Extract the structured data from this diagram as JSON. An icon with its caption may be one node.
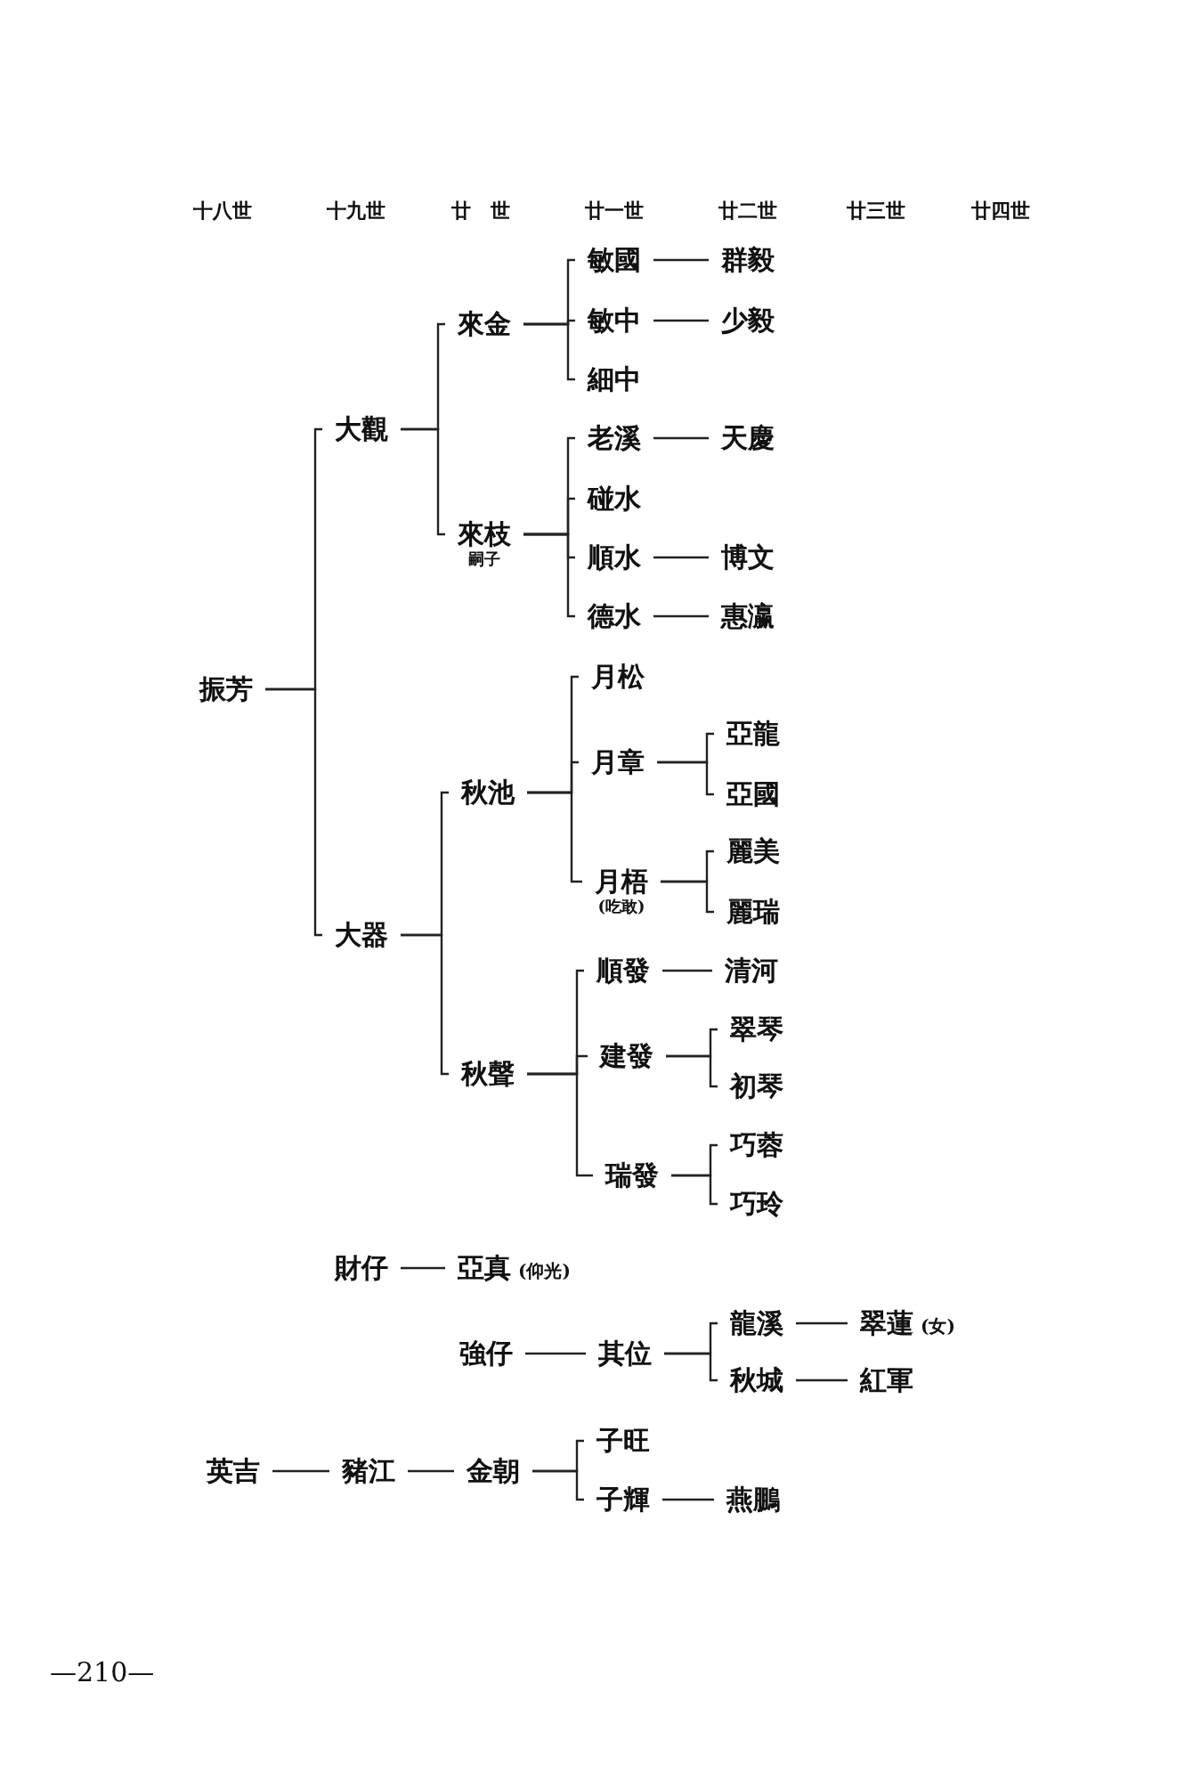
{
  "diagram": {
    "nodes": [
      {
        "text": [
          "振芳"
        ]
      },
      {
        "text": [
          "大觀"
        ]
      },
      {
        "text": [
          "大器"
        ]
      },
      {
        "text": [
          "來金"
        ]
      },
      {
        "text": [
          "來枝"
        ],
        "beside": [
          "嗣子"
        ]
      },
      {
        "text": [
          "敏國"
        ]
      },
      {
        "text": [
          "敏中"
        ]
      },
      {
        "text": [
          "細中"
        ]
      },
      {
        "text": [
          "老溪"
        ]
      },
      {
        "text": [
          "碰水"
        ]
      },
      {
        "text": [
          "順水"
        ]
      },
      {
        "text": [
          "德水"
        ]
      },
      {
        "text": [
          "群毅"
        ]
      },
      {
        "text": [
          "少毅"
        ]
      },
      {
        "text": [
          "天慶"
        ]
      },
      {
        "text": [
          "博文"
        ]
      },
      {
        "text": [
          "惠瀛"
        ]
      },
      {
        "text": [
          "秋池"
        ]
      },
      {
        "text": [
          "秋聲"
        ]
      },
      {
        "text": [
          "月松"
        ]
      },
      {
        "text": [
          "月章"
        ]
      },
      {
        "text": [
          "月梧"
        ],
        "beside": [
          "(吃敢)"
        ]
      },
      {
        "text": [
          "亞龍"
        ]
      },
      {
        "text": [
          "亞國"
        ]
      },
      {
        "text": [
          "麗美"
        ]
      },
      {
        "text": [
          "麗瑞"
        ]
      },
      {
        "text": [
          "順發"
        ]
      },
      {
        "text": [
          "清河"
        ]
      },
      {
        "text": [
          "建發"
        ]
      },
      {
        "text": [
          "翠琴"
        ]
      },
      {
        "text": [
          "初琴"
        ]
      },
      {
        "text": [
          "瑞發"
        ]
      },
      {
        "text": [
          "巧蓉"
        ]
      },
      {
        "text": [
          "巧玲"
        ]
      },
      {
        "text": [
          "財仔"
        ]
      },
      {
        "text": [
          "亞真"
        ],
        "beside": [
          "(仰光)"
        ]
      },
      {
        "text": [
          "強仔"
        ]
      },
      {
        "text": [
          "其位"
        ]
      },
      {
        "text": [
          "龍溪"
        ]
      },
      {
        "text": [
          "翠蓮"
        ],
        "beside": [
          "(女)"
        ]
      },
      {
        "text": [
          "秋城"
        ]
      },
      {
        "text": [
          "紅軍"
        ]
      },
      {
        "text": [
          "英吉"
        ]
      },
      {
        "text": [
          "豬江"
        ]
      },
      {
        "text": [
          "金朝"
        ]
      },
      {
        "text": [
          "子旺"
        ]
      },
      {
        "text": [
          "子輝"
        ]
      },
      {
        "text": [
          "燕鵬"
        ]
      }
    ],
    "edges": [
      {
        "from": 0,
        "to": 1,
        "arrow": "none"
      },
      {
        "from": 0,
        "to": 2,
        "arrow": "none"
      },
      {
        "from": 1,
        "to": 3,
        "arrow": "none"
      },
      {
        "from": 1,
        "to": 4,
        "arrow": "none"
      },
      {
        "from": 3,
        "to": 5,
        "arrow": "none"
      },
      {
        "from": 3,
        "to": 6,
        "arrow": "none"
      },
      {
        "from": 3,
        "to": 7,
        "arrow": "none"
      },
      {
        "from": 4,
        "to": 8,
        "arrow": "none"
      },
      {
        "from": 4,
        "to": 9,
        "arrow": "none"
      },
      {
        "from": 4,
        "to": 10,
        "arrow": "none"
      },
      {
        "from": 4,
        "to": 11,
        "arrow": "none"
      },
      {
        "from": 5,
        "to": 12,
        "arrow": "none"
      },
      {
        "from": 6,
        "to": 13,
        "arrow": "none"
      },
      {
        "from": 8,
        "to": 14,
        "arrow": "none"
      },
      {
        "from": 10,
        "to": 15,
        "arrow": "none"
      },
      {
        "from": 11,
        "to": 16,
        "arrow": "none"
      },
      {
        "from": 2,
        "to": 17,
        "arrow": "none"
      },
      {
        "from": 2,
        "to": 18,
        "arrow": "none"
      },
      {
        "from": 17,
        "to": 19,
        "arrow": "none"
      },
      {
        "from": 17,
        "to": 20,
        "arrow": "none"
      },
      {
        "from": 17,
        "to": 21,
        "arrow": "none"
      },
      {
        "from": 20,
        "to": 22,
        "arrow": "none"
      },
      {
        "from": 20,
        "to": 23,
        "arrow": "none"
      },
      {
        "from": 21,
        "to": 24,
        "arrow": "none"
      },
      {
        "from": 21,
        "to": 25,
        "arrow": "none"
      },
      {
        "from": 18,
        "to": 26,
        "arrow": "none"
      },
      {
        "from": 18,
        "to": 28,
        "arrow": "none"
      },
      {
        "from": 18,
        "to": 31,
        "arrow": "none"
      },
      {
        "from": 26,
        "to": 27,
        "arrow": "none"
      },
      {
        "from": 28,
        "to": 29,
        "arrow": "none"
      },
      {
        "from": 28,
        "to": 30,
        "arrow": "none"
      },
      {
        "from": 31,
        "to": 32,
        "arrow": "none"
      },
      {
        "from": 31,
        "to": 33,
        "arrow": "none"
      },
      {
        "from": 34,
        "to": 35,
        "arrow": "none"
      },
      {
        "from": 36,
        "to": 37,
        "arrow": "none"
      },
      {
        "from": 37,
        "to": 38,
        "arrow": "none"
      },
      {
        "from": 37,
        "to": 40,
        "arrow": "none"
      },
      {
        "from": 38,
        "to": 39,
        "arrow": "none"
      },
      {
        "from": 40,
        "to": 41,
        "arrow": "none"
      },
      {
        "from": 42,
        "to": 43,
        "arrow": "none"
      },
      {
        "from": 43,
        "to": 44,
        "arrow": "none"
      },
      {
        "from": 44,
        "to": 45,
        "arrow": "none"
      },
      {
        "from": 44,
        "to": 46,
        "arrow": "none"
      },
      {
        "from": 46,
        "to": 47,
        "arrow": "none"
      }
    ],
    "labels": [
      "十八世",
      "十九世",
      "廿　世",
      "廿一世",
      "廿二世",
      "廿三世",
      "廿四世",
      "—210—"
    ]
  }
}
